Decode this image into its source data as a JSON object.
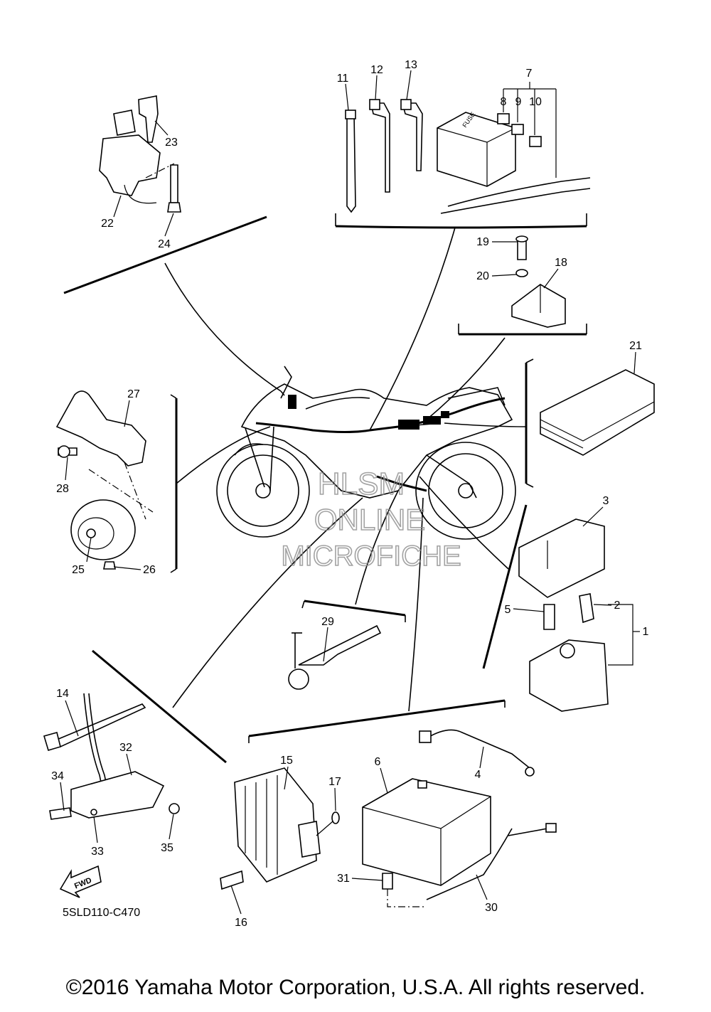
{
  "callouts": [
    {
      "id": "1",
      "text": "1"
    },
    {
      "id": "2",
      "text": "2"
    },
    {
      "id": "3",
      "text": "3"
    },
    {
      "id": "4",
      "text": "4"
    },
    {
      "id": "5",
      "text": "5"
    },
    {
      "id": "6",
      "text": "6"
    },
    {
      "id": "7",
      "text": "7"
    },
    {
      "id": "8",
      "text": "8"
    },
    {
      "id": "9",
      "text": "9"
    },
    {
      "id": "10",
      "text": "10"
    },
    {
      "id": "11",
      "text": "11"
    },
    {
      "id": "12",
      "text": "12"
    },
    {
      "id": "13",
      "text": "13"
    },
    {
      "id": "14",
      "text": "14"
    },
    {
      "id": "15",
      "text": "15"
    },
    {
      "id": "16",
      "text": "16"
    },
    {
      "id": "17",
      "text": "17"
    },
    {
      "id": "18",
      "text": "18"
    },
    {
      "id": "19",
      "text": "19"
    },
    {
      "id": "20",
      "text": "20"
    },
    {
      "id": "21",
      "text": "21"
    },
    {
      "id": "22",
      "text": "22"
    },
    {
      "id": "23",
      "text": "23"
    },
    {
      "id": "24",
      "text": "24"
    },
    {
      "id": "25",
      "text": "25"
    },
    {
      "id": "26",
      "text": "26"
    },
    {
      "id": "27",
      "text": "27"
    },
    {
      "id": "28",
      "text": "28"
    },
    {
      "id": "29",
      "text": "29"
    },
    {
      "id": "30",
      "text": "30"
    },
    {
      "id": "31",
      "text": "31"
    },
    {
      "id": "32",
      "text": "32"
    },
    {
      "id": "33",
      "text": "33"
    },
    {
      "id": "34",
      "text": "34"
    },
    {
      "id": "35",
      "text": "35"
    }
  ],
  "diagram_code": "5SLD110-C470",
  "fwd_label": "FWD",
  "fuse_label": "FUSE",
  "watermark": {
    "line1": "HLSM",
    "line2": "ONLINE",
    "line3": "MICROFICHE"
  },
  "copyright": "©2016 Yamaha Motor Corporation, U.S.A. All rights reserved."
}
